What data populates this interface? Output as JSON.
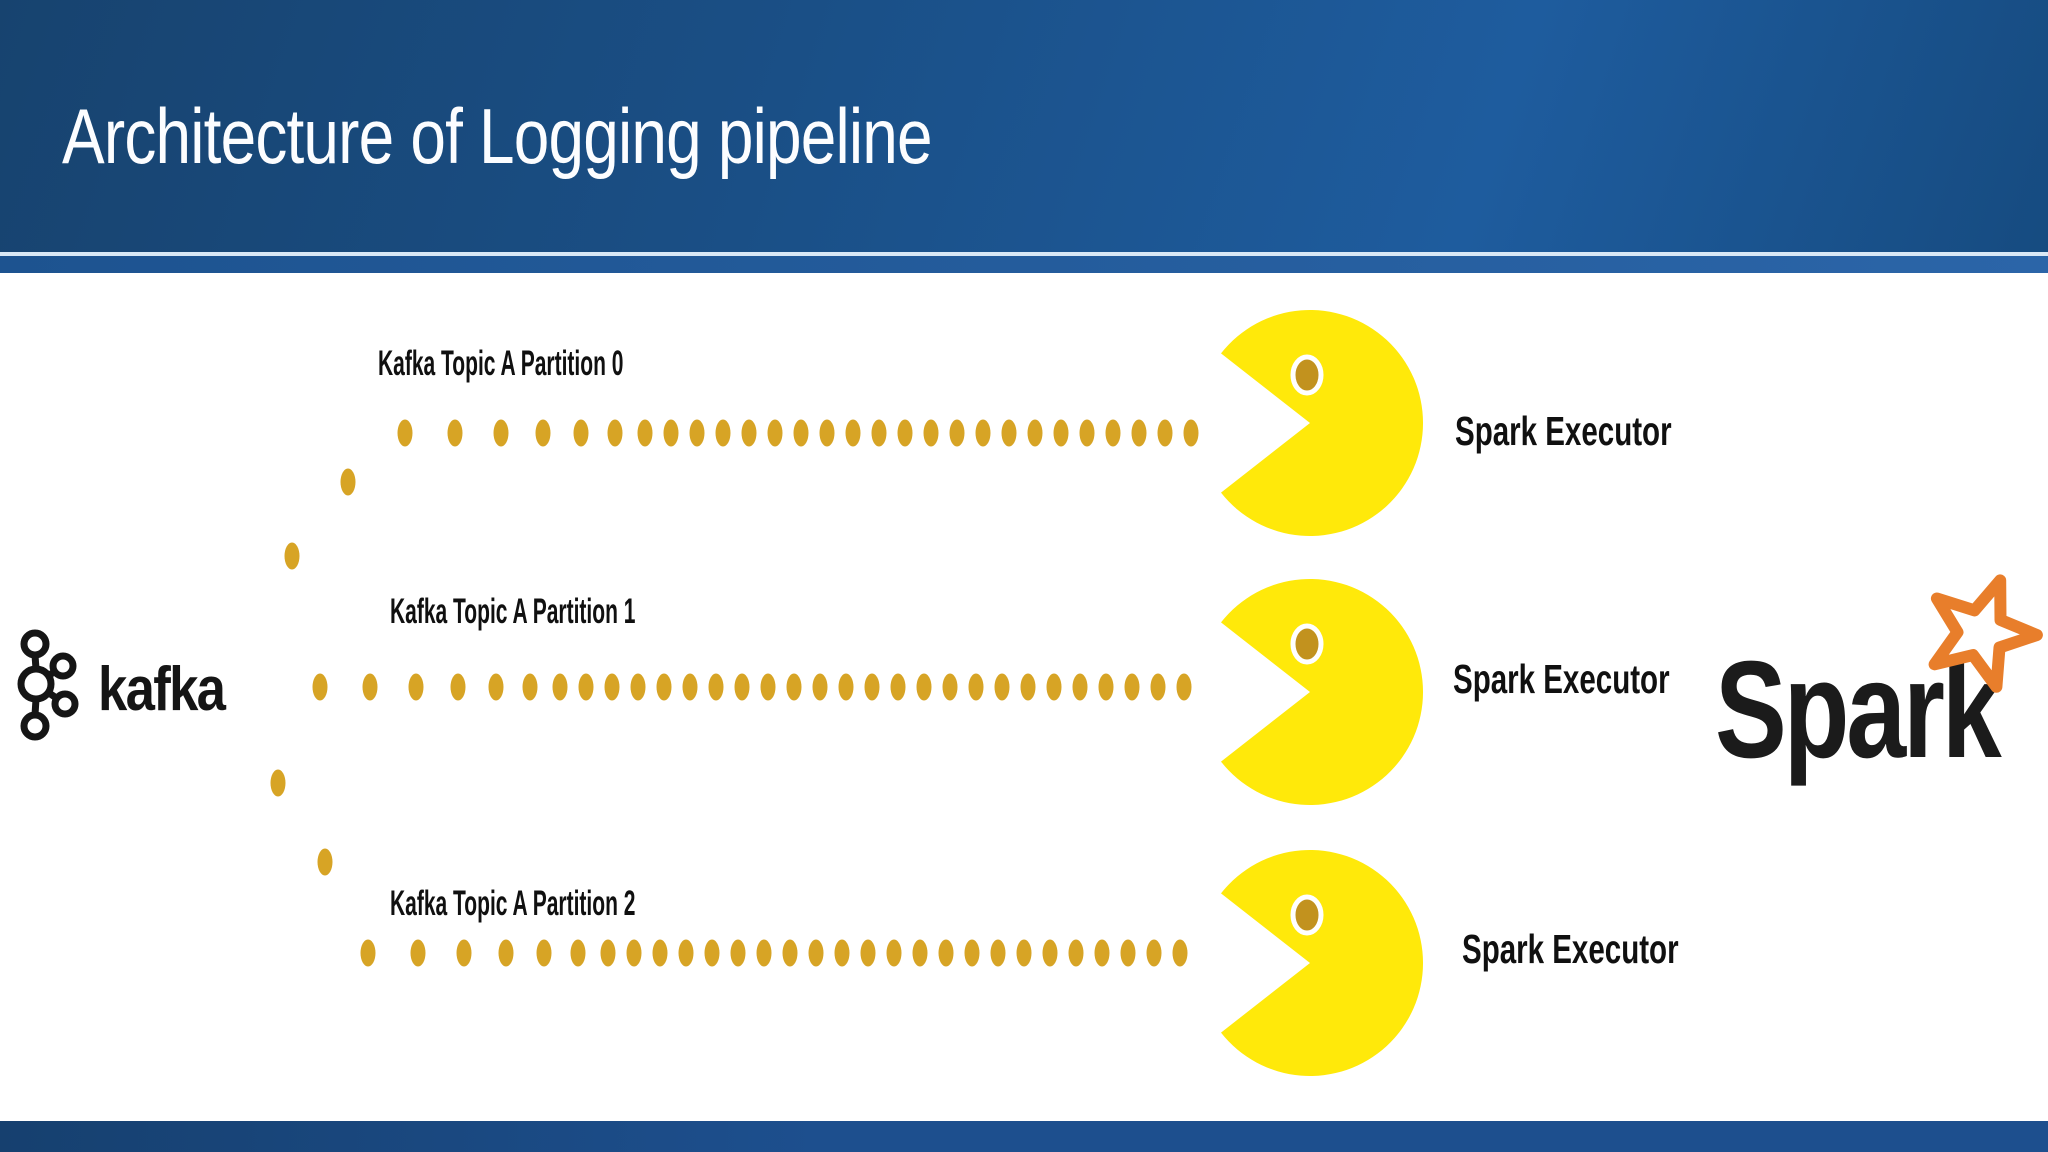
{
  "slide": {
    "title": "Architecture of Logging pipeline"
  },
  "kafka_logo": {
    "label": "kafka"
  },
  "spark_logo": {
    "label": "Spark"
  },
  "rows": [
    {
      "partition_label": "Kafka Topic A Partition 0",
      "executor_label": "Spark Executor",
      "dot_count": 28
    },
    {
      "partition_label": "Kafka Topic A Partition 1",
      "executor_label": "Spark Executor",
      "dot_count": 31
    },
    {
      "partition_label": "Kafka Topic A Partition 2",
      "executor_label": "Spark Executor",
      "dot_count": 29
    }
  ],
  "fan_dot_count": 4,
  "colors": {
    "header_blue_dark": "#17436F",
    "header_blue_light": "#1E5C9E",
    "header_divider": "#D9E8F6",
    "footer_blue": "#1D4F8E",
    "body_bg": "#FFFFFF",
    "title_text": "#FCFDFF",
    "label_text": "#101010",
    "pacman_yellow": "#FFE90A",
    "dot_gold": "#D7A425",
    "eye_gold": "#C2921E",
    "eye_ring": "#FFFFFF",
    "kafka_black": "#151515",
    "spark_black": "#1B1B1B",
    "spark_star_orange": "#E87E2B"
  }
}
